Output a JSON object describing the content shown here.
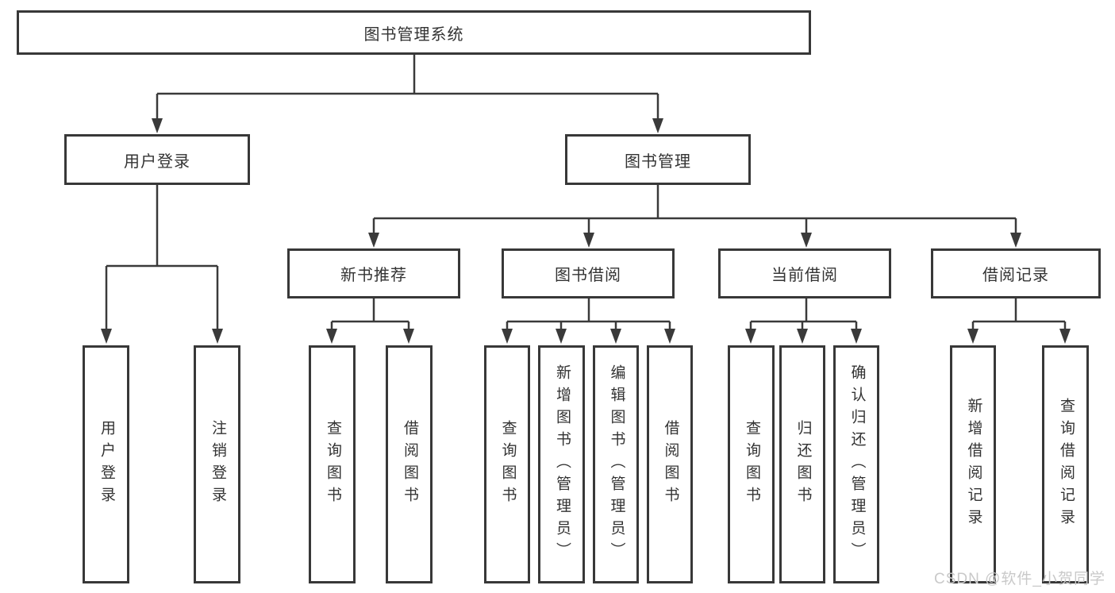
{
  "tree": {
    "label": "图书管理系统",
    "children": [
      {
        "label": "用户登录",
        "children": [
          {
            "label": "用户登录"
          },
          {
            "label": "注销登录"
          }
        ]
      },
      {
        "label": "图书管理",
        "children": [
          {
            "label": "新书推荐",
            "children": [
              {
                "label": "查询图书"
              },
              {
                "label": "借阅图书"
              }
            ]
          },
          {
            "label": "图书借阅",
            "children": [
              {
                "label": "查询图书"
              },
              {
                "label": "新增图书（管理员）"
              },
              {
                "label": "编辑图书（管理员）"
              },
              {
                "label": "借阅图书"
              }
            ]
          },
          {
            "label": "当前借阅",
            "children": [
              {
                "label": "查询图书"
              },
              {
                "label": "归还图书"
              },
              {
                "label": "确认归还（管理员）"
              }
            ]
          },
          {
            "label": "借阅记录",
            "children": [
              {
                "label": "新增借阅记录"
              },
              {
                "label": "查询借阅记录"
              }
            ]
          }
        ]
      }
    ]
  },
  "watermark": "CSDN @软件_小贺同学",
  "colors": {
    "line": "#3a3a3a",
    "box_border": "#383838",
    "text": "#333333",
    "background": "#ffffff",
    "watermark": "#c9c9c9"
  }
}
